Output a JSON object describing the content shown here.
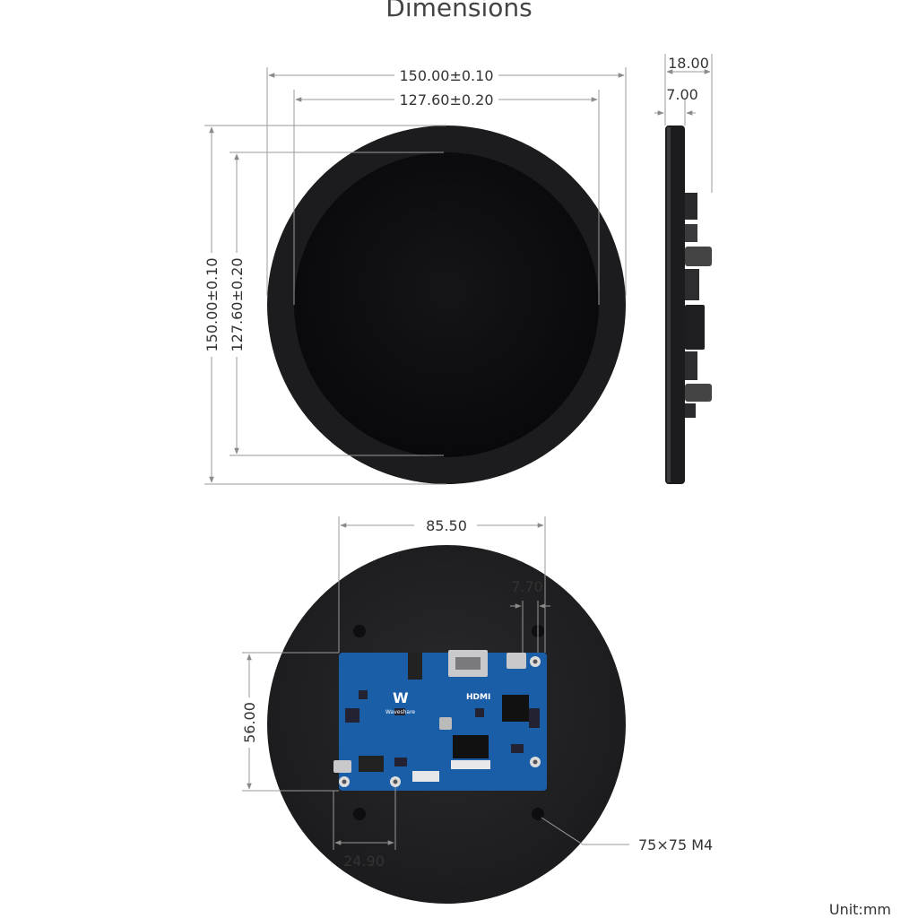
{
  "title": "Dimensions",
  "unit": "Unit:mm",
  "front_view": {
    "outer_width": "150.00±0.10",
    "active_width": "127.60±0.20",
    "outer_height": "150.00±0.10",
    "active_height": "127.60±0.20"
  },
  "side_view": {
    "total_depth": "18.00",
    "panel_depth": "7.00"
  },
  "back_view": {
    "board_width": "85.50",
    "connector_offset": "7.70",
    "board_height": "56.00",
    "hole_offset": "24.90",
    "mount_label": "75×75 M4",
    "board_brand": "Waveshare",
    "board_port_label": "HDMI"
  },
  "colors": {
    "panel": "#1c1c1e",
    "screen": "#0d0d0f",
    "pcb": "#1b5ea8",
    "dim_line": "#9a9a9a"
  }
}
